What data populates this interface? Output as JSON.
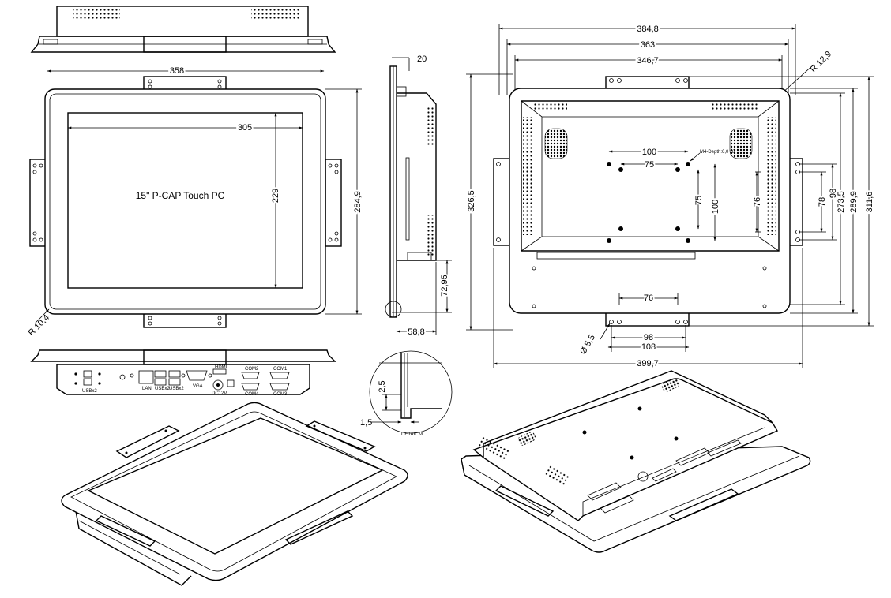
{
  "front_view": {
    "label": "15\" P-CAP Touch PC",
    "dim_width": "358",
    "dim_screen_width": "305",
    "dim_screen_height": "229",
    "dim_height": "284,9",
    "dim_radius": "R 10,4"
  },
  "side_view": {
    "dim_top": "20",
    "dim_depth": "72,95",
    "dim_bottom": "58,8"
  },
  "bottom_view": {
    "ports": [
      "USBx2",
      "LAN",
      "USBx2",
      "USBx2",
      "VGA",
      "HDMI",
      "DC12V",
      "COM2",
      "COM1",
      "COM4",
      "COM3"
    ]
  },
  "detail_view": {
    "dim_a": "2,5",
    "dim_b": "1,5",
    "label": "DETAIL M"
  },
  "rear_view": {
    "dim_overall_width": "384,8",
    "dim_363": "363",
    "dim_346": "346,7",
    "dim_radius": "R 12,9",
    "dim_326": "326,5",
    "dim_100_h": "100",
    "dim_75_h": "75",
    "vesa_note": "M4-Depth:6,0 x8",
    "dim_75_v": "75",
    "dim_100_v": "100",
    "dim_76_v": "76",
    "dim_78": "78",
    "dim_98_v": "98",
    "dim_273": "273,5",
    "dim_289": "289,9",
    "dim_311": "311,6",
    "dim_76_h": "76",
    "dim_98_h": "98",
    "dim_108": "108",
    "dim_hole": "Ø 5,5",
    "dim_399": "399,7"
  }
}
